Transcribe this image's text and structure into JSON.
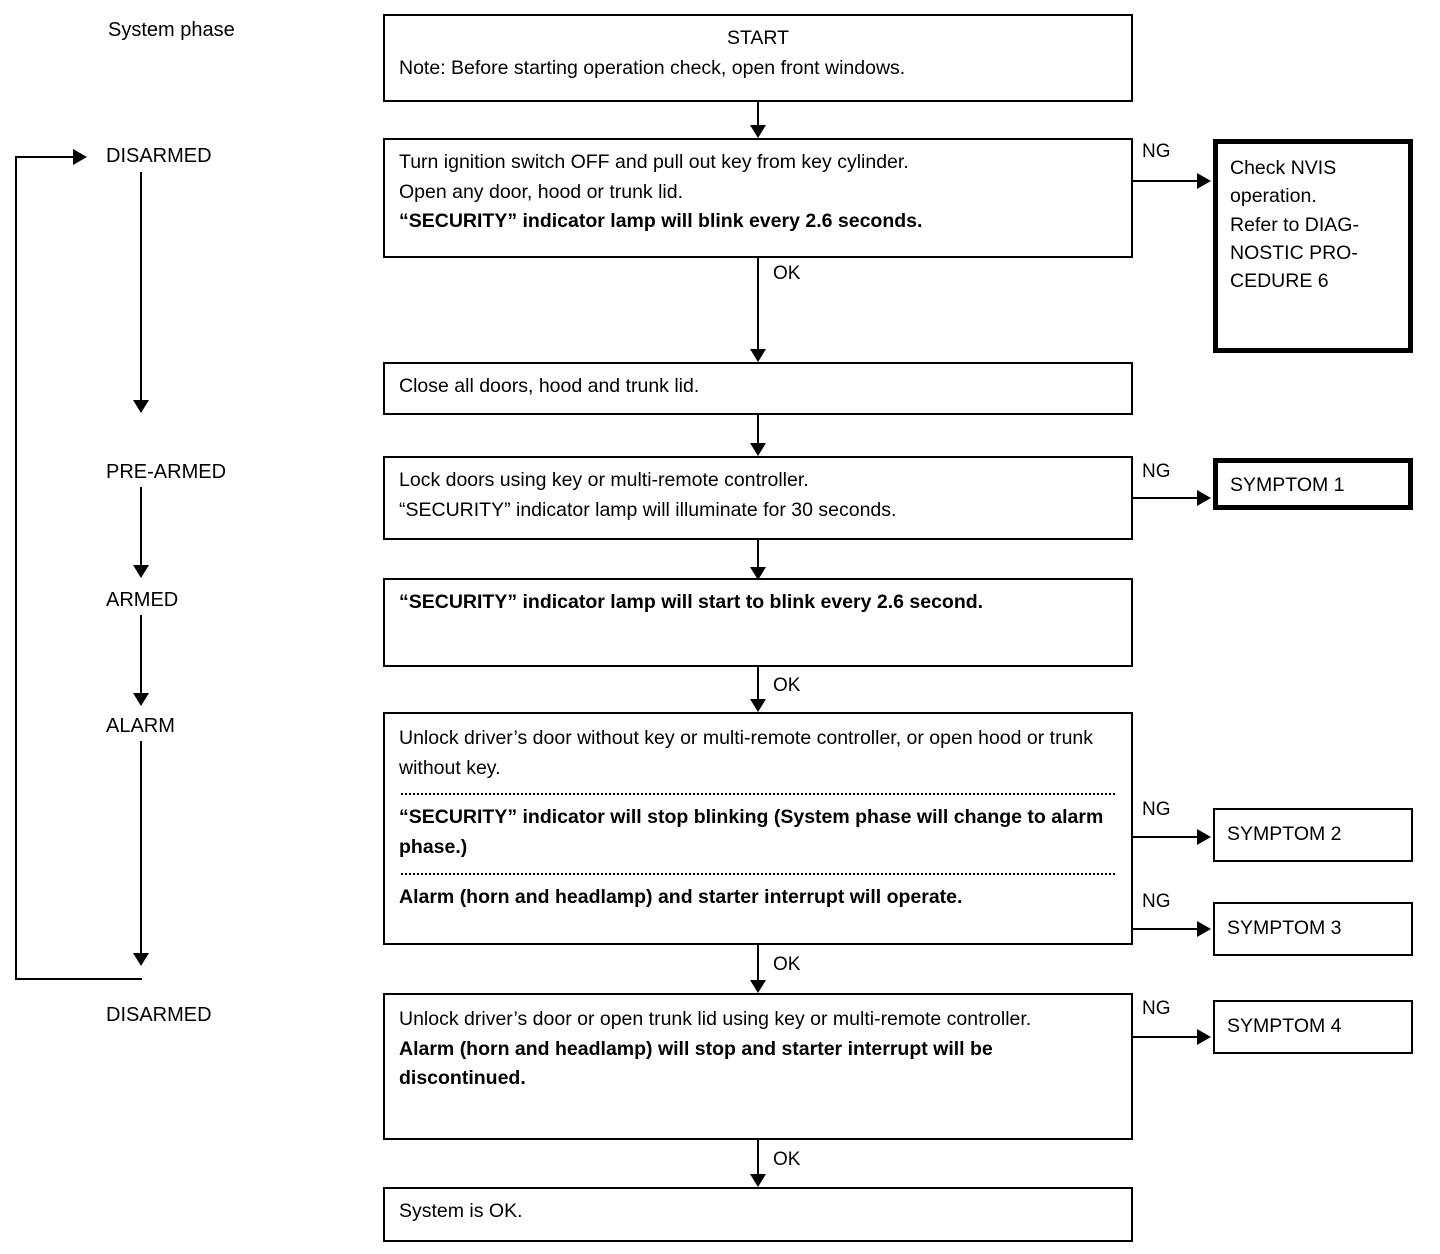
{
  "diagram": {
    "column_header": "System phase",
    "ok_label": "OK",
    "ng_label": "NG",
    "phases": [
      {
        "name": "DISARMED"
      },
      {
        "name": "PRE-ARMED"
      },
      {
        "name": "ARMED"
      },
      {
        "name": "ALARM"
      },
      {
        "name": "DISARMED"
      }
    ],
    "steps": {
      "start": {
        "title": "START",
        "note": "Note: Before starting operation check, open front windows."
      },
      "disarmed_check": {
        "line1": "Turn ignition switch OFF and pull out key from key cylinder.",
        "line2": "Open any door, hood or trunk lid.",
        "line3": "“SECURITY” indicator lamp will blink every 2.6 seconds."
      },
      "close_all": {
        "line1": "Close all doors, hood and trunk lid."
      },
      "lock_doors": {
        "line1": "Lock doors using key or multi-remote controller.",
        "line2": "“SECURITY” indicator lamp will illuminate for 30 seconds."
      },
      "armed_blink": {
        "line1": "“SECURITY” indicator lamp will start to blink every 2.6 second."
      },
      "alarm_trigger": {
        "line1": "Unlock driver’s door without key or multi-remote controller, or open hood or trunk without key.",
        "line2": "“SECURITY” indicator will stop blinking (System phase will change to alarm phase.)",
        "line3": "Alarm (horn and headlamp) and starter interrupt will operate."
      },
      "alarm_stop": {
        "line1": "Unlock driver’s door or open trunk lid using key or multi-remote controller.",
        "line2": "Alarm (horn and headlamp) will stop and starter interrupt will be discontinued."
      },
      "system_ok": {
        "line1": "System is OK."
      }
    },
    "outcomes": {
      "nvis": {
        "line1": "Check NVIS",
        "line2": "operation.",
        "line3": "Refer to DIAG-",
        "line4": "NOSTIC PRO-",
        "line5": "CEDURE 6"
      },
      "symptom1": {
        "label": "SYMPTOM 1"
      },
      "symptom2": {
        "label": "SYMPTOM 2"
      },
      "symptom3": {
        "label": "SYMPTOM 3"
      },
      "symptom4": {
        "label": "SYMPTOM 4"
      }
    }
  }
}
